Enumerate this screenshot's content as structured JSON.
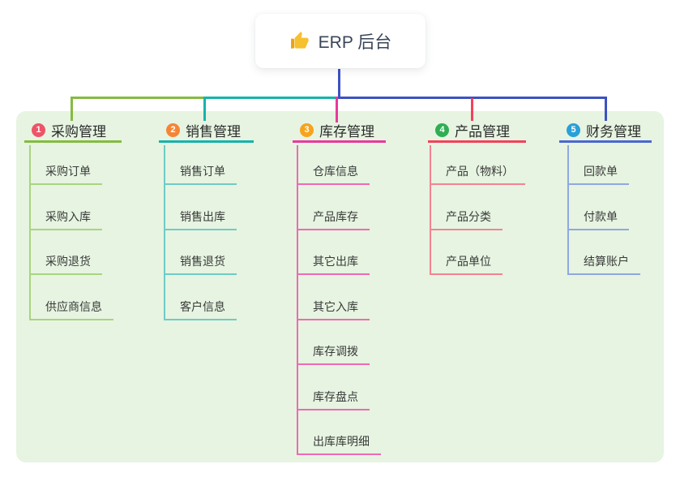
{
  "root": {
    "label": "ERP 后台",
    "icon": "thumbs-up-icon"
  },
  "connector_colors": {
    "root": "#3d52c2"
  },
  "branches": [
    {
      "number": "1",
      "label": "采购管理",
      "color": "#85bb41",
      "light": "#a9d57e",
      "badge": "#ee5467",
      "children": [
        "采购订单",
        "采购入库",
        "采购退货",
        "供应商信息"
      ]
    },
    {
      "number": "2",
      "label": "销售管理",
      "color": "#17b3ab",
      "light": "#6fcbc5",
      "badge": "#f58536",
      "children": [
        "销售订单",
        "销售出库",
        "销售退货",
        "客户信息"
      ]
    },
    {
      "number": "3",
      "label": "库存管理",
      "color": "#e93a9b",
      "light": "#f06ab3",
      "badge": "#f6a31d",
      "children": [
        "仓库信息",
        "产品库存",
        "其它出库",
        "其它入库",
        "库存调拨",
        "库存盘点",
        "出库库明细"
      ]
    },
    {
      "number": "4",
      "label": "产品管理",
      "color": "#f4425a",
      "light": "#f58291",
      "badge": "#2fae52",
      "children": [
        "产品（物料）",
        "产品分类",
        "产品单位"
      ]
    },
    {
      "number": "5",
      "label": "财务管理",
      "color": "#4a67d0",
      "light": "#8fa8e2",
      "badge": "#29a0d8",
      "children": [
        "回款单",
        "付款单",
        "结算账户"
      ]
    }
  ]
}
